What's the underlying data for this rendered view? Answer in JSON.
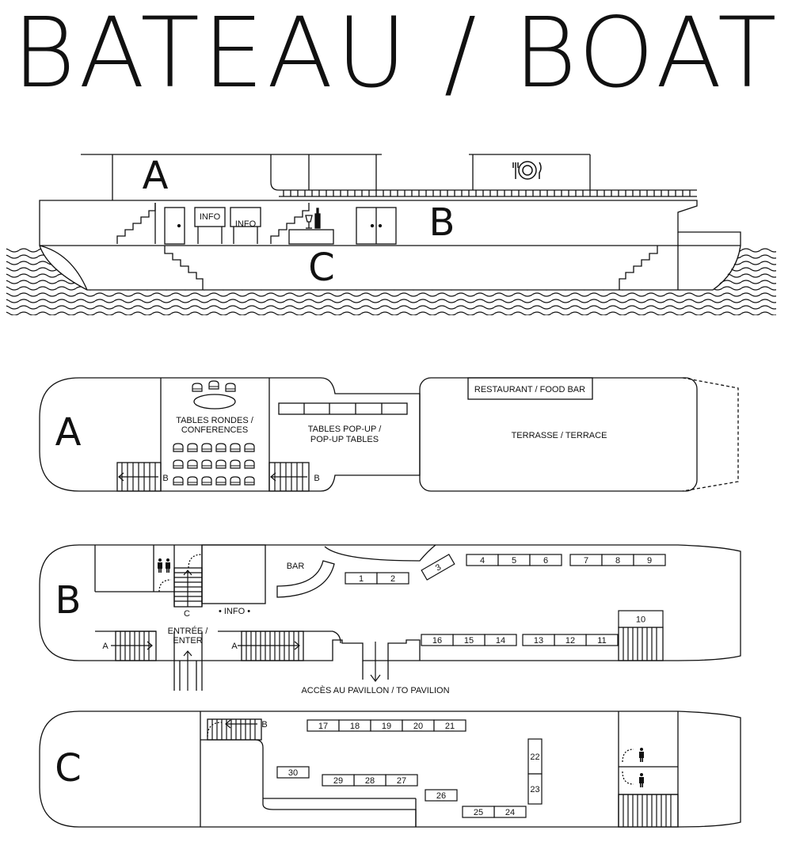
{
  "title": "BATEAU / BOAT",
  "side_view": {
    "deck_a": "A",
    "deck_b": "B",
    "deck_c": "C",
    "info_1": "INFO",
    "info_2": "INFO"
  },
  "deck_a": {
    "letter": "A",
    "round_tables": "TABLES RONDES /",
    "conferences": "CONFERENCES",
    "popup_1": "TABLES POP-UP /",
    "popup_2": "POP-UP TABLES",
    "restaurant": "RESTAURANT / FOOD BAR",
    "terrace": "TERRASSE / TERRACE",
    "stair_b_1": "B",
    "stair_b_2": "B"
  },
  "deck_b": {
    "letter": "B",
    "bar": "BAR",
    "info": "• INFO •",
    "stair_c": "C",
    "enter_1": "ENTRÉE /",
    "enter_2": "ENTER",
    "stair_a_1": "A",
    "stair_a_2": "A",
    "access": "ACCÈS AU PAVILLON / TO PAVILION",
    "tables": [
      "1",
      "2",
      "3",
      "4",
      "5",
      "6",
      "7",
      "8",
      "9",
      "10",
      "11",
      "12",
      "13",
      "14",
      "15",
      "16"
    ]
  },
  "deck_c": {
    "letter": "C",
    "stair_b": "B",
    "tables": [
      "17",
      "18",
      "19",
      "20",
      "21",
      "22",
      "23",
      "24",
      "25",
      "26",
      "27",
      "28",
      "29",
      "30"
    ]
  }
}
